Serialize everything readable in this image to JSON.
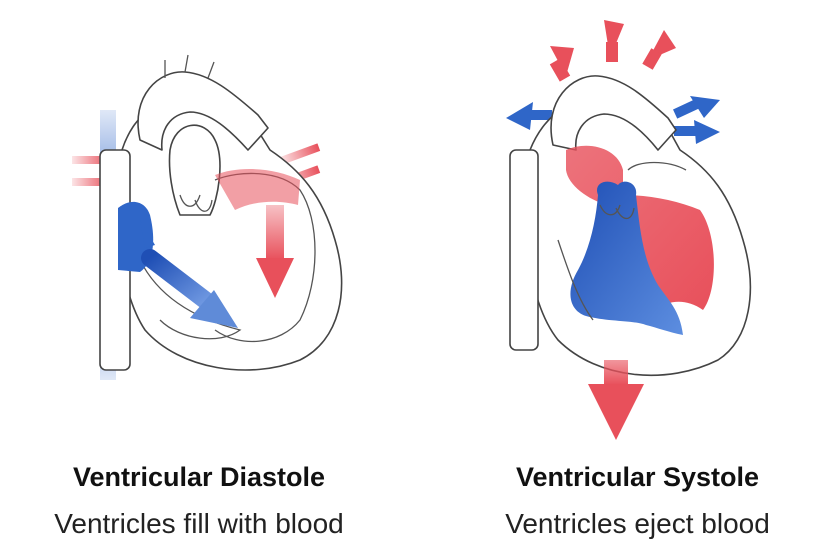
{
  "colors": {
    "oxygenated": "#e8505b",
    "deoxygenated": "#2f66c8",
    "outline": "#444444"
  },
  "panels": [
    {
      "title": "Ventricular Diastole",
      "subtitle": "Ventricles fill with blood"
    },
    {
      "title": "Ventricular Systole",
      "subtitle": "Ventricles eject blood"
    }
  ]
}
